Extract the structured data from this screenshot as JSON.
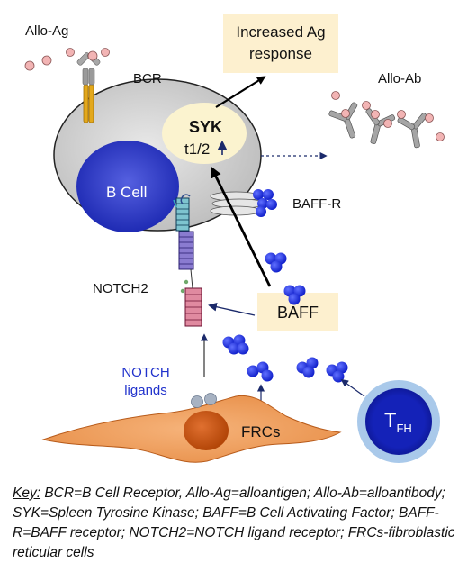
{
  "labels": {
    "allo_ag": "Allo-Ag",
    "bcr": "BCR",
    "increased_line1": "Increased Ag",
    "increased_line2": "response",
    "allo_ab": "Allo-Ab",
    "syk": "SYK",
    "t_half": "t1/2",
    "b_cell": "B Cell",
    "baff_r": "BAFF-R",
    "notch2": "NOTCH2",
    "baff": "BAFF",
    "notch_ligands_line1": "NOTCH",
    "notch_ligands_line2": "ligands",
    "frcs": "FRCs",
    "tfh_main": "T",
    "tfh_sub": "FH"
  },
  "key": {
    "heading": "Key:",
    "text": "BCR=B Cell Receptor, Allo-Ag=alloantigen; Allo-Ab=alloantibody; SYK=Spleen Tyrosine Kinase; BAFF=B Cell Activating Factor; BAFF-R=BAFF receptor; NOTCH2=NOTCH ligand receptor; FRCs-fibroblastic reticular cells"
  },
  "colors": {
    "cell_gray": "#d9d9d9",
    "nucleus_blue": "#2f3bc4",
    "baff_blue": "#1f2fd6",
    "box_fill": "#fdf0cf",
    "syk_fill": "#fbf3cf",
    "frc_orange": "#f0a060",
    "frc_nucleus": "#c9500f",
    "antigen_pink": "#f2b4b4",
    "tfh_ring": "#a9c9ea",
    "tfh_core": "#1422b8",
    "notch_ligand_text": "#2233cc"
  }
}
